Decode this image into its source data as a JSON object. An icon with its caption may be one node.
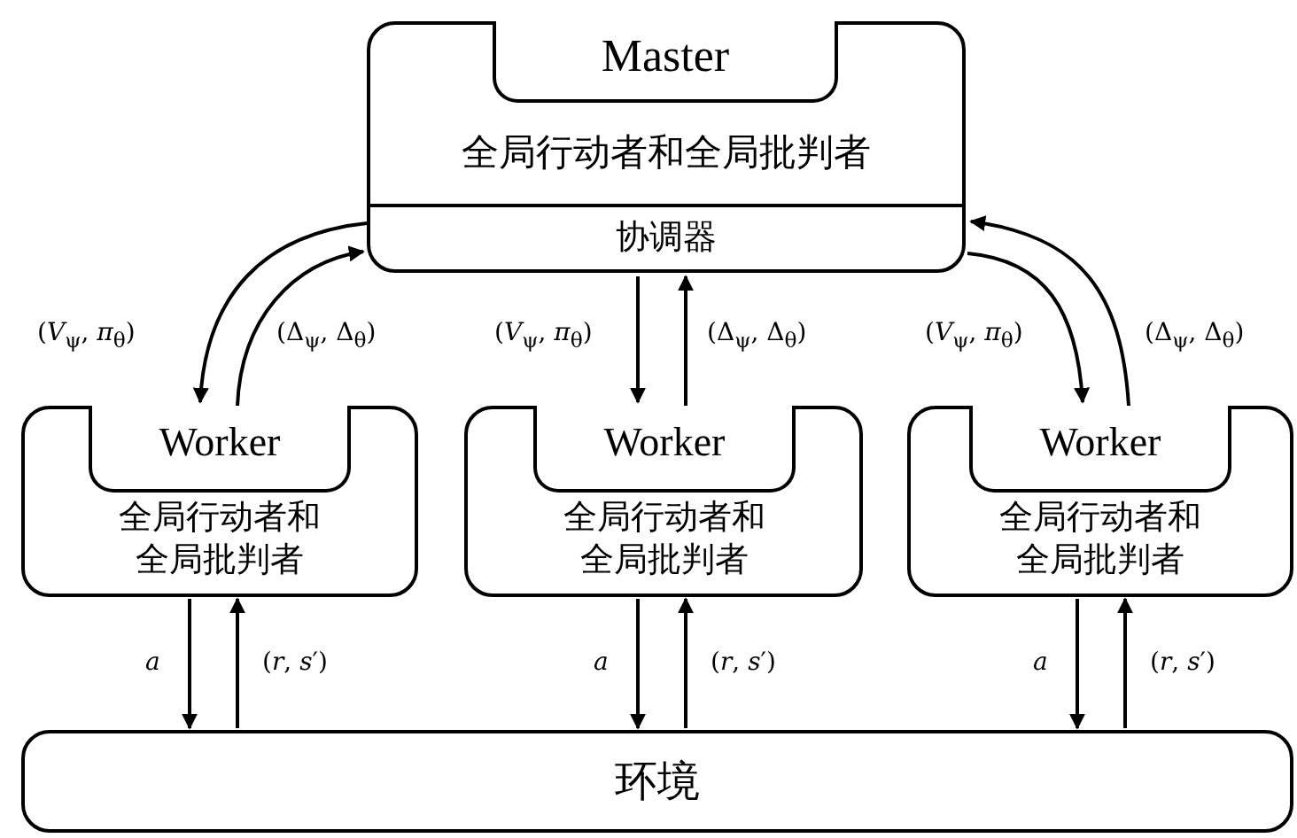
{
  "diagram": {
    "nodes": [
      {
        "text": [
          "Master",
          "全局行动者和全局批判者"
        ]
      },
      {
        "text": [
          "协调器"
        ],
        "in": 0
      },
      {
        "text": [
          "Worker",
          "全局行动者和全局批判者"
        ]
      },
      {
        "text": [
          "Worker",
          "全局行动者和全局批判者"
        ]
      },
      {
        "text": [
          "Worker",
          "全局行动者和全局批判者"
        ]
      },
      {
        "text": [
          "环境"
        ]
      }
    ],
    "edges": [
      {
        "from": 1,
        "to": 2,
        "arrow": "to",
        "label": "(*V*$_{ψ}$, *π*$_{θ}$)"
      },
      {
        "from": 2,
        "to": 1,
        "arrow": "to",
        "label": "(Δ$_{ψ}$, Δ$_{θ}$)"
      },
      {
        "from": 1,
        "to": 3,
        "arrow": "to",
        "label": "(*V*$_{ψ}$, *π*$_{θ}$)"
      },
      {
        "from": 3,
        "to": 1,
        "arrow": "to",
        "label": "(Δ$_{ψ}$, Δ$_{θ}$)"
      },
      {
        "from": 1,
        "to": 4,
        "arrow": "to",
        "label": "(*V*$_{ψ}$, *π*$_{θ}$)"
      },
      {
        "from": 4,
        "to": 1,
        "arrow": "to",
        "label": "(Δ$_{ψ}$, Δ$_{θ}$)"
      },
      {
        "from": 2,
        "to": 5,
        "arrow": "to",
        "label": "*a*"
      },
      {
        "from": 5,
        "to": 2,
        "arrow": "to",
        "label": "(*r*, *s*′)"
      },
      {
        "from": 3,
        "to": 5,
        "arrow": "to",
        "label": "*a*"
      },
      {
        "from": 5,
        "to": 3,
        "arrow": "to",
        "label": "(*r*, *s*′)"
      },
      {
        "from": 4,
        "to": 5,
        "arrow": "to",
        "label": "*a*"
      },
      {
        "from": 5,
        "to": 4,
        "arrow": "to",
        "label": "(*r*, *s*′)"
      }
    ]
  }
}
